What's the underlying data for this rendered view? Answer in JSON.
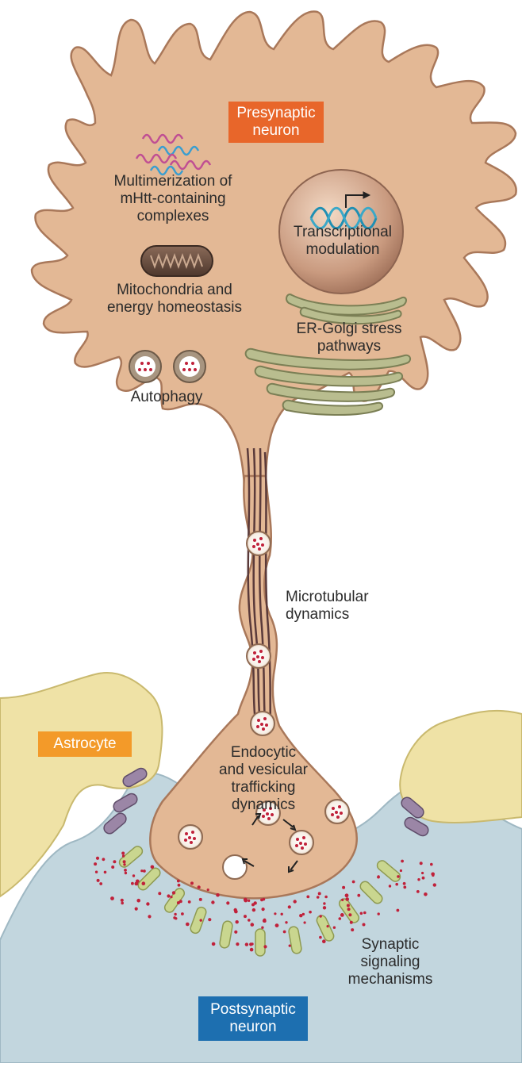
{
  "colors": {
    "neuron_fill": "#e3b895",
    "neuron_stroke": "#a9785a",
    "astrocyte_fill": "#efe2a6",
    "postsynaptic_fill": "#c2d6de",
    "presynaptic_box": "#e8662a",
    "astrocyte_box": "#f39a29",
    "postsynaptic_box": "#1d6fb0",
    "receptor_green": "#c9d68f",
    "transporter_purple": "#9b86a6",
    "neurotransmitter": "#c0213a",
    "microtubule": "#5a3a3a"
  },
  "boxes": {
    "presynaptic_line1": "Presynaptic",
    "presynaptic_line2": "neuron",
    "astrocyte": "Astrocyte",
    "postsynaptic_line1": "Postsynaptic",
    "postsynaptic_line2": "neuron"
  },
  "labels": {
    "multimerization": "Multimerization of\nmHtt-containing\ncomplexes",
    "mitochondria": "Mitochondria and\nenergy homeostasis",
    "autophagy": "Autophagy",
    "transcriptional": "Transcriptional\nmodulation",
    "er_golgi": "ER-Golgi stress\npathways",
    "microtubular": "Microtubular\ndynamics",
    "endocytic": "Endocytic\nand vesicular\ntrafficking\ndynamics",
    "synaptic": "Synaptic\nsignaling\nmechanisms"
  },
  "icons": {
    "protein_complex": "helix-stack-icon",
    "mitochondrion": "mitochondrion-icon",
    "autophagosome": "autophagosome-icon",
    "dna": "dna-helix-icon",
    "er": "endoplasmic-reticulum-icon",
    "vesicle": "vesicle-icon"
  }
}
